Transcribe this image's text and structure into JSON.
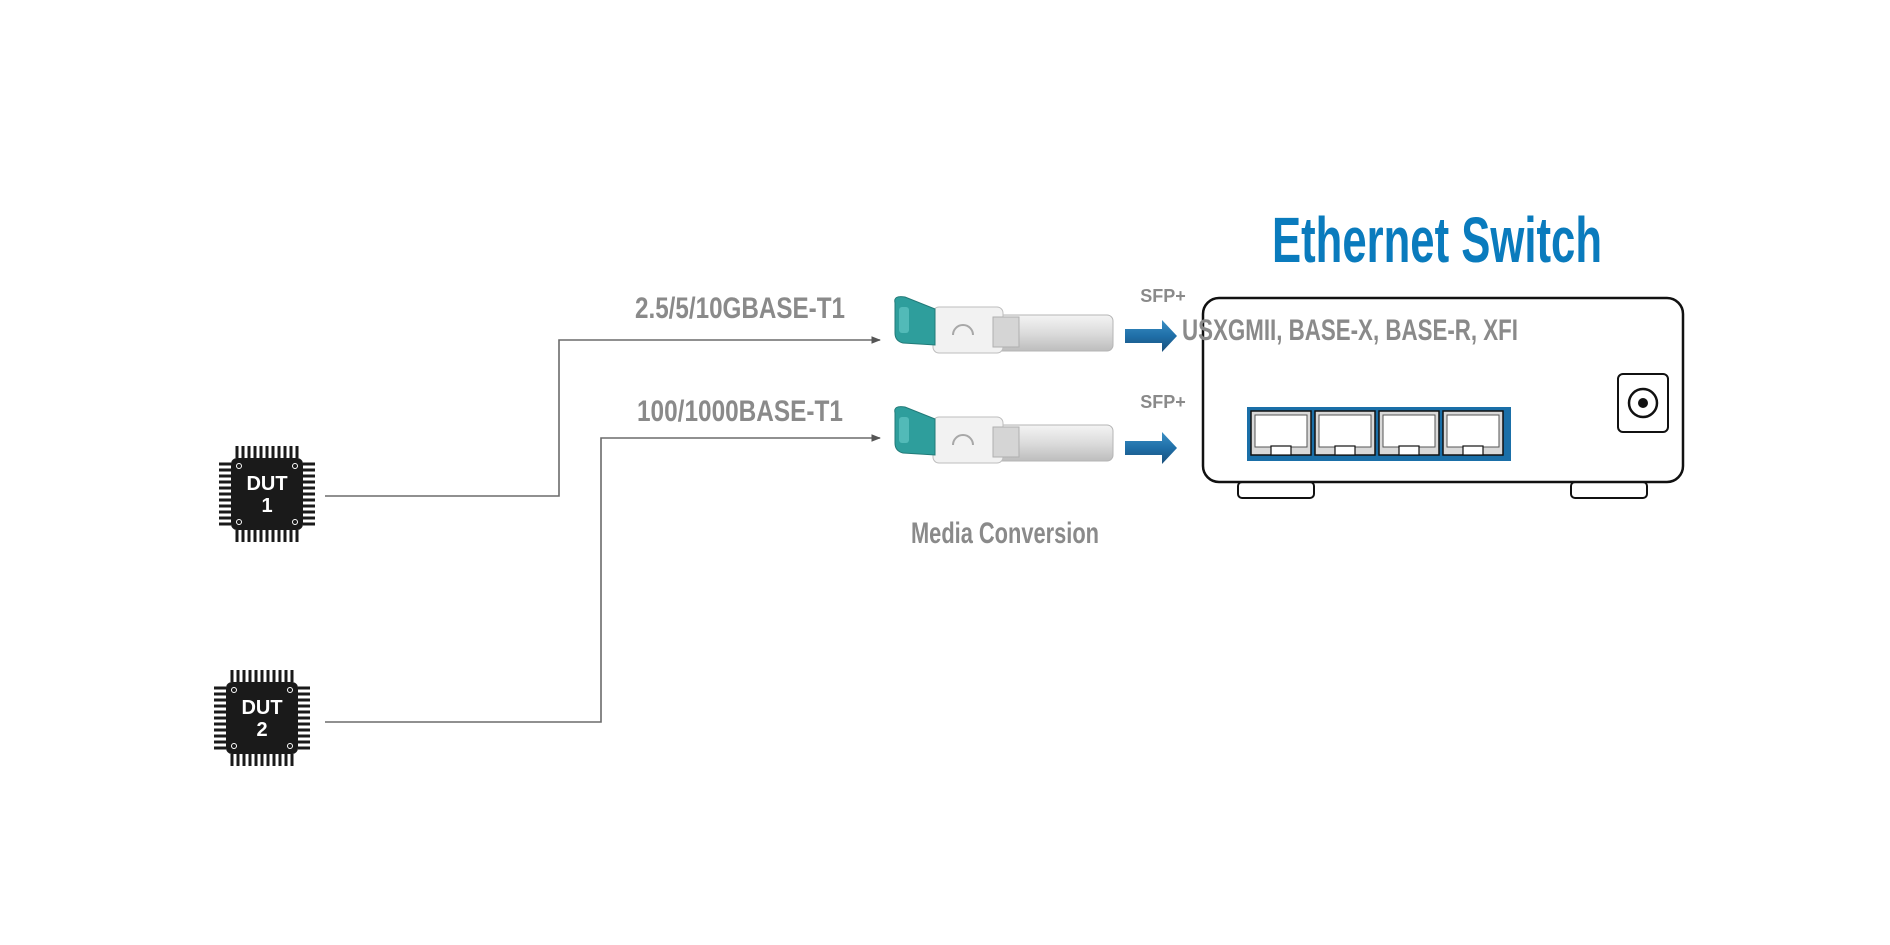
{
  "switch": {
    "title": "Ethernet Switch",
    "interfaces": "USXGMII, BASE-X, BASE-R, XFI"
  },
  "links": {
    "top_label": "2.5/5/10GBASE-T1",
    "bottom_label": "100/1000BASE-T1",
    "sfp_top": "SFP+",
    "sfp_bottom": "SFP+"
  },
  "media": {
    "label": "Media Conversion"
  },
  "duts": [
    {
      "line1": "DUT",
      "line2": "1"
    },
    {
      "line1": "DUT",
      "line2": "2"
    }
  ],
  "colors": {
    "title_blue": "#0a7bbd",
    "arrow_blue": "#1f6fa8",
    "label_gray": "#8a8a8a",
    "sfp_teal": "#2e9e9c",
    "chip_black": "#1a1a1a",
    "port_blue": "#1a6fa8"
  }
}
